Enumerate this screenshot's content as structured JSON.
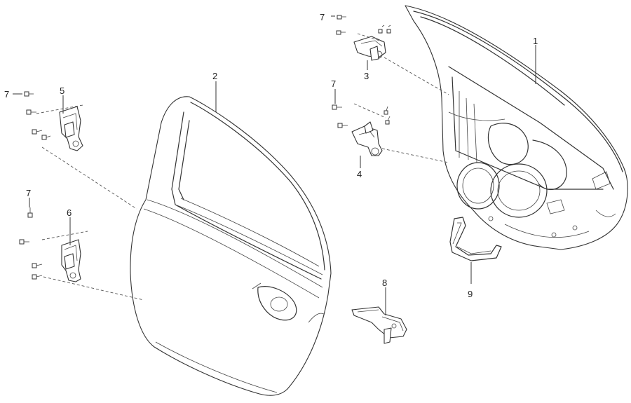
{
  "diagram": {
    "callouts": [
      {
        "id": "c1",
        "label": "1"
      },
      {
        "id": "c2",
        "label": "2"
      },
      {
        "id": "c3",
        "label": "3"
      },
      {
        "id": "c4",
        "label": "4"
      },
      {
        "id": "c5",
        "label": "5"
      },
      {
        "id": "c6",
        "label": "6"
      },
      {
        "id": "c7a",
        "label": "7"
      },
      {
        "id": "c7b",
        "label": "7"
      },
      {
        "id": "c7c",
        "label": "7"
      },
      {
        "id": "c7d",
        "label": "7"
      },
      {
        "id": "c8",
        "label": "8"
      },
      {
        "id": "c9",
        "label": "9"
      }
    ]
  },
  "colors": {
    "line": "#333333",
    "background": "#ffffff"
  }
}
